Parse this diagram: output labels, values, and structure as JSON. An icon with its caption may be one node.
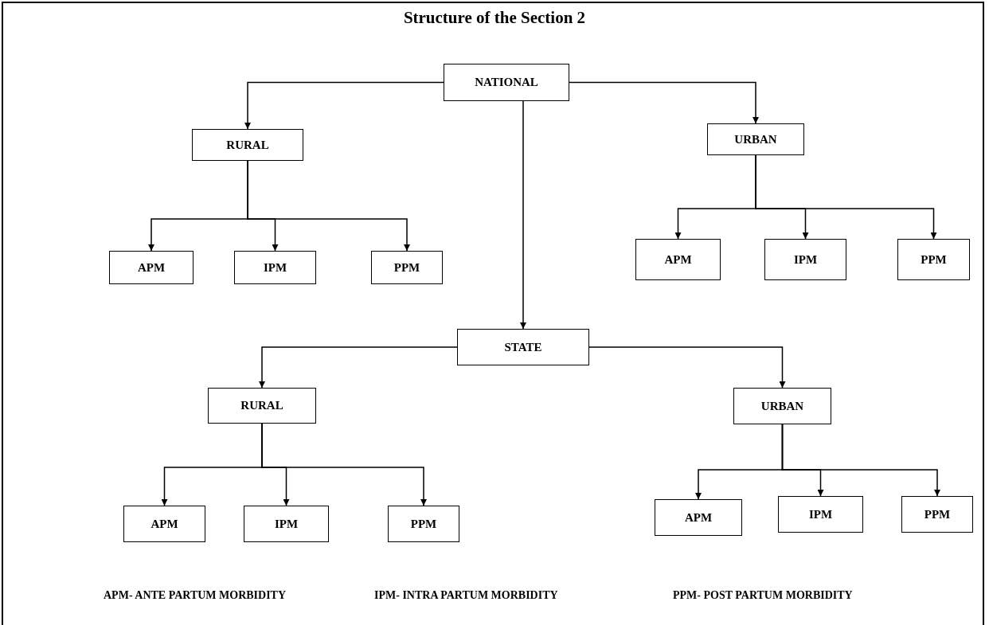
{
  "diagram": {
    "title": "Structure of the Section 2",
    "nodes": [
      {
        "text": [
          "NATIONAL"
        ]
      },
      {
        "text": [
          "RURAL"
        ]
      },
      {
        "text": [
          "URBAN"
        ]
      },
      {
        "text": [
          "APM"
        ]
      },
      {
        "text": [
          "IPM"
        ]
      },
      {
        "text": [
          "PPM"
        ]
      },
      {
        "text": [
          "APM"
        ]
      },
      {
        "text": [
          "IPM"
        ]
      },
      {
        "text": [
          "PPM"
        ]
      },
      {
        "text": [
          "STATE"
        ]
      },
      {
        "text": [
          "RURAL"
        ]
      },
      {
        "text": [
          "URBAN"
        ]
      },
      {
        "text": [
          "APM"
        ]
      },
      {
        "text": [
          "IPM"
        ]
      },
      {
        "text": [
          "PPM"
        ]
      },
      {
        "text": [
          "APM"
        ]
      },
      {
        "text": [
          "IPM"
        ]
      },
      {
        "text": [
          "PPM"
        ]
      }
    ],
    "edges": [
      {
        "from": 0,
        "to": 1,
        "arrow": "to"
      },
      {
        "from": 0,
        "to": 2,
        "arrow": "to"
      },
      {
        "from": 0,
        "to": 9,
        "arrow": "to"
      },
      {
        "from": 1,
        "to": 3,
        "arrow": "to"
      },
      {
        "from": 1,
        "to": 4,
        "arrow": "to"
      },
      {
        "from": 1,
        "to": 5,
        "arrow": "to"
      },
      {
        "from": 2,
        "to": 6,
        "arrow": "to"
      },
      {
        "from": 2,
        "to": 7,
        "arrow": "to"
      },
      {
        "from": 2,
        "to": 8,
        "arrow": "to"
      },
      {
        "from": 9,
        "to": 10,
        "arrow": "to"
      },
      {
        "from": 9,
        "to": 11,
        "arrow": "to"
      },
      {
        "from": 10,
        "to": 12,
        "arrow": "to"
      },
      {
        "from": 10,
        "to": 13,
        "arrow": "to"
      },
      {
        "from": 10,
        "to": 14,
        "arrow": "to"
      },
      {
        "from": 11,
        "to": 15,
        "arrow": "to"
      },
      {
        "from": 11,
        "to": 16,
        "arrow": "to"
      },
      {
        "from": 11,
        "to": 17,
        "arrow": "to"
      }
    ],
    "labels": [
      "APM- ANTE PARTUM MORBIDITY",
      "IPM- INTRA PARTUM MORBIDITY",
      "PPM- POST PARTUM MORBIDITY"
    ]
  }
}
